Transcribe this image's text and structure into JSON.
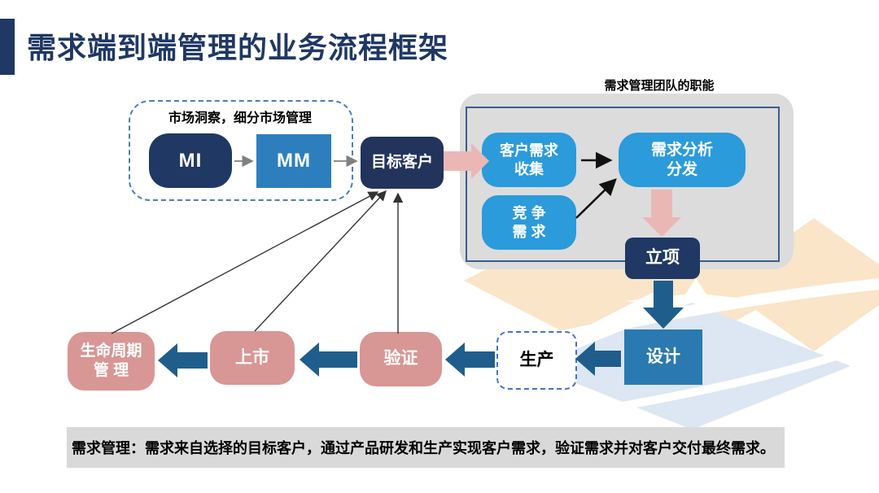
{
  "title": "需求端到端管理的业务流程框架",
  "market_group": {
    "label": "市场洞察，细分市场管理",
    "mi": "MI",
    "mm": "MM"
  },
  "team_panel": {
    "label": "需求管理团队的职能"
  },
  "nodes": {
    "target_customer": "目标客户",
    "collect": "客户需求\n收集",
    "compete": "竞 争\n需 求",
    "analyze": "需求分析\n分发",
    "project_init": "立项",
    "design": "设计",
    "production": "生产",
    "verify": "验证",
    "launch": "上市",
    "lifecycle": "生命周期\n管 理"
  },
  "bottom_note": "需求管理：需求来自选择的目标客户，通过产品研发和生产实现客户需求，验证需求并对客户交付最终需求。",
  "colors": {
    "navy": "#1F3864",
    "bright_blue": "#2B9BDB",
    "medium_blue": "#2C7FBC",
    "steel_blue": "#2A79B0",
    "pink_box": "#D89694",
    "pink_arrow": "#EBB7B5",
    "blue_arrow": "#1F5E8C",
    "panel_gray": "#DCDCDC",
    "note_gray": "#D9D9D9",
    "dashed_border_blue": "#4472C4"
  }
}
